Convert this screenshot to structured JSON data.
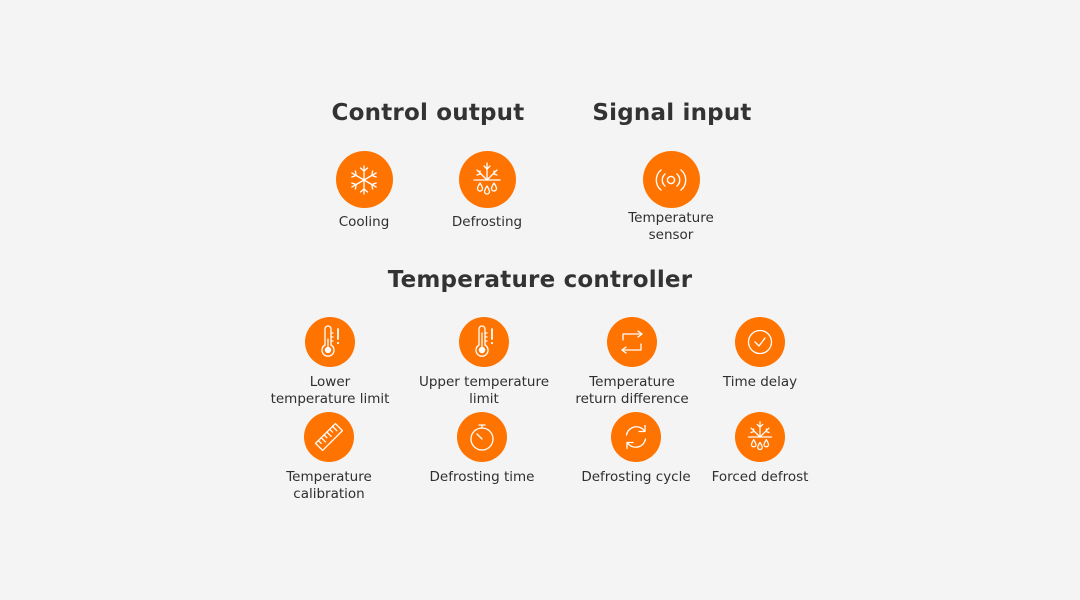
{
  "sections": {
    "control_output": {
      "title": "Control output",
      "items": [
        {
          "label": "Cooling",
          "icon": "snowflake-icon"
        },
        {
          "label": "Defrosting",
          "icon": "defrost-icon"
        }
      ]
    },
    "signal_input": {
      "title": "Signal input",
      "items": [
        {
          "label": "Temperature\nsensor",
          "icon": "sensor-signal-icon"
        }
      ]
    },
    "temperature_controller": {
      "title": "Temperature controller",
      "items": [
        {
          "label": "Lower\ntemperature limit",
          "icon": "thermometer-low-alert-icon"
        },
        {
          "label": "Upper temperature\nlimit",
          "icon": "thermometer-high-alert-icon"
        },
        {
          "label": "Temperature\nreturn difference",
          "icon": "return-arrows-icon"
        },
        {
          "label": "Time delay",
          "icon": "clock-icon"
        },
        {
          "label": "Temperature\ncalibration",
          "icon": "ruler-icon"
        },
        {
          "label": "Defrosting time",
          "icon": "stopwatch-icon"
        },
        {
          "label": "Defrosting cycle",
          "icon": "cycle-arrows-icon"
        },
        {
          "label": "Forced defrost",
          "icon": "forced-defrost-icon"
        }
      ]
    }
  },
  "colors": {
    "accent": "#ff7300",
    "background": "#f4f4f4",
    "text": "#2b2b2b"
  }
}
